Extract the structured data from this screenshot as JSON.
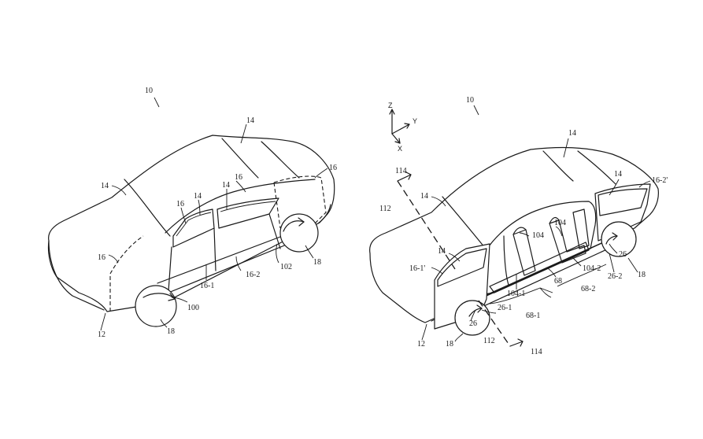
{
  "figure_left": {
    "refs": {
      "vehicle": "10",
      "body_top": "14",
      "body_left": "14",
      "win_a": "14",
      "win_b": "14",
      "door_top": "16",
      "door_front": "16",
      "door_rear": "16",
      "door_left": "16",
      "door_1": "16-1",
      "door_2": "16-2",
      "wheel_arrow_front": "100",
      "wheel_arrow_rear": "102",
      "wheel_rear": "18",
      "wheel_front": "18",
      "base": "12"
    }
  },
  "figure_right": {
    "axes": {
      "z": "Z",
      "y": "Y",
      "x": "X"
    },
    "refs": {
      "vehicle": "10",
      "body_top": "14",
      "body_left": "14",
      "rear_win": "14",
      "front_door_win": "14",
      "door_rear_open": "16-2'",
      "door_front_open": "16-1'",
      "section_top": "114",
      "section_top_line": "112",
      "floor_a": "104",
      "floor_b": "104",
      "floor_b2": "104-2",
      "floor_a1": "104-1",
      "cabin": "68",
      "cabin_2": "68-2",
      "cabin_1": "68-1",
      "pillar_rear": "26",
      "pillar_rear_2": "26-2",
      "pillar_front": "26",
      "pillar_front_1": "26-1",
      "wheel_rear": "18",
      "wheel_front": "18",
      "base": "12",
      "section_bottom_line": "112",
      "section_bottom": "114"
    }
  }
}
